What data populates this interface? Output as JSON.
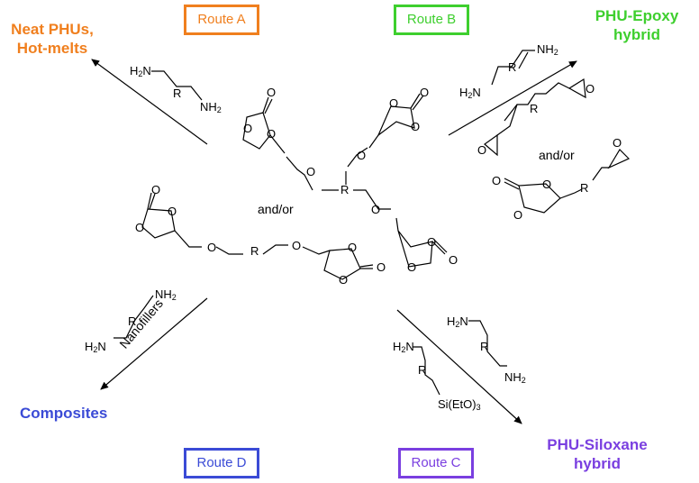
{
  "routes": {
    "a": {
      "label": "Route A",
      "color": "#f07f1e"
    },
    "b": {
      "label": "Route B",
      "color": "#3ecf2e"
    },
    "c": {
      "label": "Route C",
      "color": "#7a3fe0"
    },
    "d": {
      "label": "Route D",
      "color": "#3b4bd6"
    }
  },
  "products": {
    "neat_line1": "Neat PHUs,",
    "neat_line2": "Hot-melts",
    "epoxy_line1": "PHU-Epoxy",
    "epoxy_line2": "hybrid",
    "composites": "Composites",
    "siloxane_line1": "PHU-Siloxane",
    "siloxane_line2": "hybrid"
  },
  "labels": {
    "and_or_center": "and/or",
    "and_or_epoxy": "and/or",
    "nanofillers": "Nanofillers",
    "R": "R",
    "O": "O"
  },
  "amines": {
    "nh2": "NH",
    "h2n": "H",
    "h2n_n": "N",
    "sub2": "2",
    "silane_pre": "Si(EtO)",
    "silane_sub": "3"
  }
}
